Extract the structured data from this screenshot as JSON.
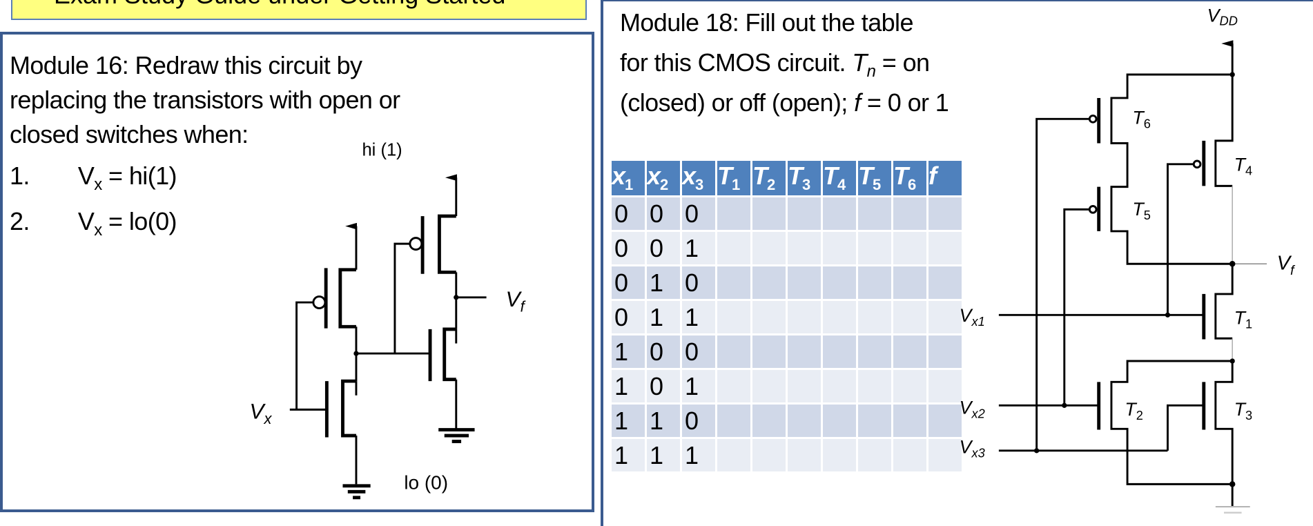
{
  "banner": {
    "text": "Exam Study Guide under Getting Started"
  },
  "module16": {
    "lines": [
      "Module 16: Redraw this circuit by",
      "replacing the transistors with open or",
      "closed switches when:"
    ],
    "items": [
      {
        "num": "1.",
        "var": "V",
        "sub": "x",
        "rest": " = hi(1)"
      },
      {
        "num": "2.",
        "var": "V",
        "sub": "x",
        "rest": " = lo(0)"
      }
    ],
    "circuit": {
      "hi_label": "hi (1)",
      "lo_label": "lo (0)",
      "input_label": "V",
      "input_sub": "x",
      "output_label": "V",
      "output_sub": "f"
    }
  },
  "module18": {
    "line1": "Module 18: Fill out the table",
    "line2_a": "for this CMOS circuit. ",
    "line2_T": "T",
    "line2_sub": "n",
    "line2_b": " = on",
    "line3_a": "(closed) or off (open); ",
    "line3_f": "f",
    "line3_b": " = 0 or 1",
    "table": {
      "headers": [
        {
          "base": "x",
          "sub": "1"
        },
        {
          "base": "x",
          "sub": "2"
        },
        {
          "base": "x",
          "sub": "3"
        },
        {
          "base": "T",
          "sub": "1"
        },
        {
          "base": "T",
          "sub": "2"
        },
        {
          "base": "T",
          "sub": "3"
        },
        {
          "base": "T",
          "sub": "4"
        },
        {
          "base": "T",
          "sub": "5"
        },
        {
          "base": "T",
          "sub": "6"
        },
        {
          "base": "f",
          "sub": ""
        }
      ],
      "rows": [
        [
          "0",
          "0",
          "0",
          "",
          "",
          "",
          "",
          "",
          "",
          ""
        ],
        [
          "0",
          "0",
          "1",
          "",
          "",
          "",
          "",
          "",
          "",
          ""
        ],
        [
          "0",
          "1",
          "0",
          "",
          "",
          "",
          "",
          "",
          "",
          ""
        ],
        [
          "0",
          "1",
          "1",
          "",
          "",
          "",
          "",
          "",
          "",
          ""
        ],
        [
          "1",
          "0",
          "0",
          "",
          "",
          "",
          "",
          "",
          "",
          ""
        ],
        [
          "1",
          "0",
          "1",
          "",
          "",
          "",
          "",
          "",
          "",
          ""
        ],
        [
          "1",
          "1",
          "0",
          "",
          "",
          "",
          "",
          "",
          "",
          ""
        ],
        [
          "1",
          "1",
          "1",
          "",
          "",
          "",
          "",
          "",
          "",
          ""
        ]
      ]
    },
    "circuit": {
      "vdd": "V",
      "vdd_sub": "DD",
      "vf": "V",
      "vf_sub": "f",
      "inputs": [
        {
          "v": "V",
          "sub": "x1"
        },
        {
          "v": "V",
          "sub": "x2"
        },
        {
          "v": "V",
          "sub": "x3"
        }
      ],
      "transistors": [
        {
          "t": "T",
          "sub": "1"
        },
        {
          "t": "T",
          "sub": "2"
        },
        {
          "t": "T",
          "sub": "3"
        },
        {
          "t": "T",
          "sub": "4"
        },
        {
          "t": "T",
          "sub": "5"
        },
        {
          "t": "T",
          "sub": "6"
        }
      ]
    }
  },
  "colors": {
    "panel_border": "#3b5b8f",
    "banner": "#ffff80",
    "table_header": "#4f81bd",
    "row_dark": "#d0d8e8",
    "row_light": "#e9edf4"
  }
}
